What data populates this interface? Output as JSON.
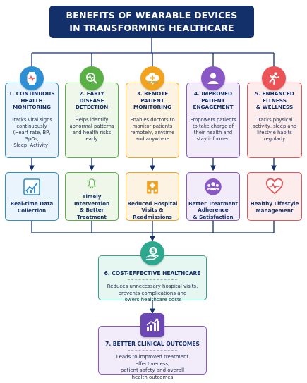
{
  "title": {
    "line1": "BENEFITS OF WEARABLE DEVICES",
    "line2": "IN TRANSFORMING HEALTHCARE"
  },
  "colors": {
    "navy": "#14306a",
    "blue": "#2f8fd4",
    "green": "#59b146",
    "orange": "#f2a21c",
    "purple": "#8a58c6",
    "red": "#ec5357",
    "teal": "#2ca88e"
  },
  "benefits": [
    {
      "icon": "heart-monitor-watch-icon",
      "title_lines": [
        "1. CONTINUOUS",
        "HEALTH MONITORING"
      ],
      "desc_lines": [
        "Tracks vital signs",
        "continuously",
        "(Heart rate, BP, SpO₂,",
        "Sleep, Activity)"
      ],
      "result_icon": "line-chart-icon",
      "result_lines": [
        "Real-time Data",
        "Collection"
      ]
    },
    {
      "icon": "magnifier-heartbeat-icon",
      "title_lines": [
        "2. EARLY DISEASE",
        "DETECTION"
      ],
      "desc_lines": [
        "Helps identify",
        "abnormal patterns",
        "and health risks",
        "early"
      ],
      "result_icon": "bell-alert-icon",
      "result_lines": [
        "Timely Intervention",
        "& Better",
        "Treatment"
      ]
    },
    {
      "icon": "cloud-medical-icon",
      "title_lines": [
        "3. REMOTE PATIENT",
        "MONITORING"
      ],
      "desc_lines": [
        "Enables doctors to",
        "monitor patients",
        "remotely, anytime",
        "and anywhere"
      ],
      "result_icon": "hospital-icon",
      "result_lines": [
        "Reduced Hospital",
        "Visits &",
        "Readmissions"
      ]
    },
    {
      "icon": "patient-user-icon",
      "title_lines": [
        "4. IMPROVED PATIENT",
        "ENGAGEMENT"
      ],
      "desc_lines": [
        "Empowers patients",
        "to take charge of",
        "their health and",
        "stay informed"
      ],
      "result_icon": "group-people-icon",
      "result_lines": [
        "Better Treatment",
        "Adherence",
        "& Satisfaction"
      ]
    },
    {
      "icon": "running-person-icon",
      "title_lines": [
        "5. ENHANCED FITNESS",
        "& WELLNESS"
      ],
      "desc_lines": [
        "Tracks physical",
        "activity, sleep and",
        "lifestyle habits",
        "regularly"
      ],
      "result_icon": "heart-pulse-icon",
      "result_lines": [
        "Healthy Lifestyle",
        "Management"
      ]
    }
  ],
  "cost": {
    "icon": "money-hand-icon",
    "title": "6. COST-EFFECTIVE HEALTHCARE",
    "desc_lines": [
      "Reduces unnecessary hospital visits,",
      "prevents complications and",
      "lowers healthcare costs"
    ]
  },
  "outcomes": {
    "icon": "growth-chart-icon",
    "title": "7. BETTER CLINICAL OUTCOMES",
    "desc_lines": [
      "Leads to improved treatment effectiveness,",
      "patient safety and overall",
      "health outcomes"
    ]
  }
}
